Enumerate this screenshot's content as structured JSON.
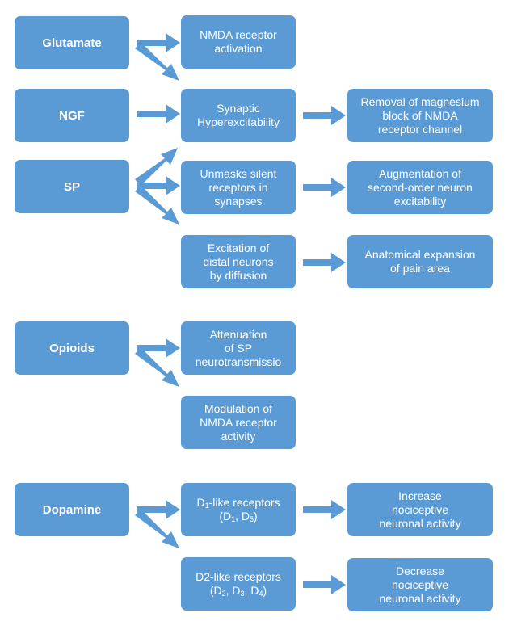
{
  "colors": {
    "box_fill": "#5b9bd5",
    "arrow_fill": "#5b9bd5",
    "text": "#ffffff"
  },
  "nodes": {
    "glutamate": "Glutamate",
    "ngf": "NGF",
    "sp": "SP",
    "opioids": "Opioids",
    "dopamine": "Dopamine",
    "nmda_activation": "NMDA receptor\nactivation",
    "synaptic_hyperexcitability": "Synaptic\nHyperexcitability",
    "removal_magnesium": "Removal of magnesium\nblock of NMDA\nreceptor channel",
    "unmasks_silent": "Unmasks silent\nreceptors in\nsynapses",
    "augmentation": "Augmentation of\nsecond-order neuron\nexcitability",
    "excitation_distal": "Excitation of\ndistal neurons\nby diffusion",
    "anatomical_expansion": "Anatomical expansion\nof pain area",
    "attenuation_sp": "Attenuation\nof SP\nneurotransmissio",
    "modulation_nmda": "Modulation of\nNMDA receptor\nactivity",
    "d1_like": {
      "main": "D",
      "sub": "1",
      "rest": "-like receptors",
      "line2_open": "(D",
      "line2_sub1": "1",
      "line2_sep": ", D",
      "line2_sub2": "5",
      "line2_close": ")"
    },
    "d2_like": {
      "line1": "D2-like receptors",
      "line2_open": "(D",
      "line2_sub1": "2",
      "line2_sep1": ", D",
      "line2_sub2": "3",
      "line2_sep2": ", D",
      "line2_sub3": "4",
      "line2_close": ")"
    },
    "increase_activity": "Increase\nnociceptive\nneuronal activity",
    "decrease_activity": "Decrease\nnociceptive\nneuronal activity"
  }
}
